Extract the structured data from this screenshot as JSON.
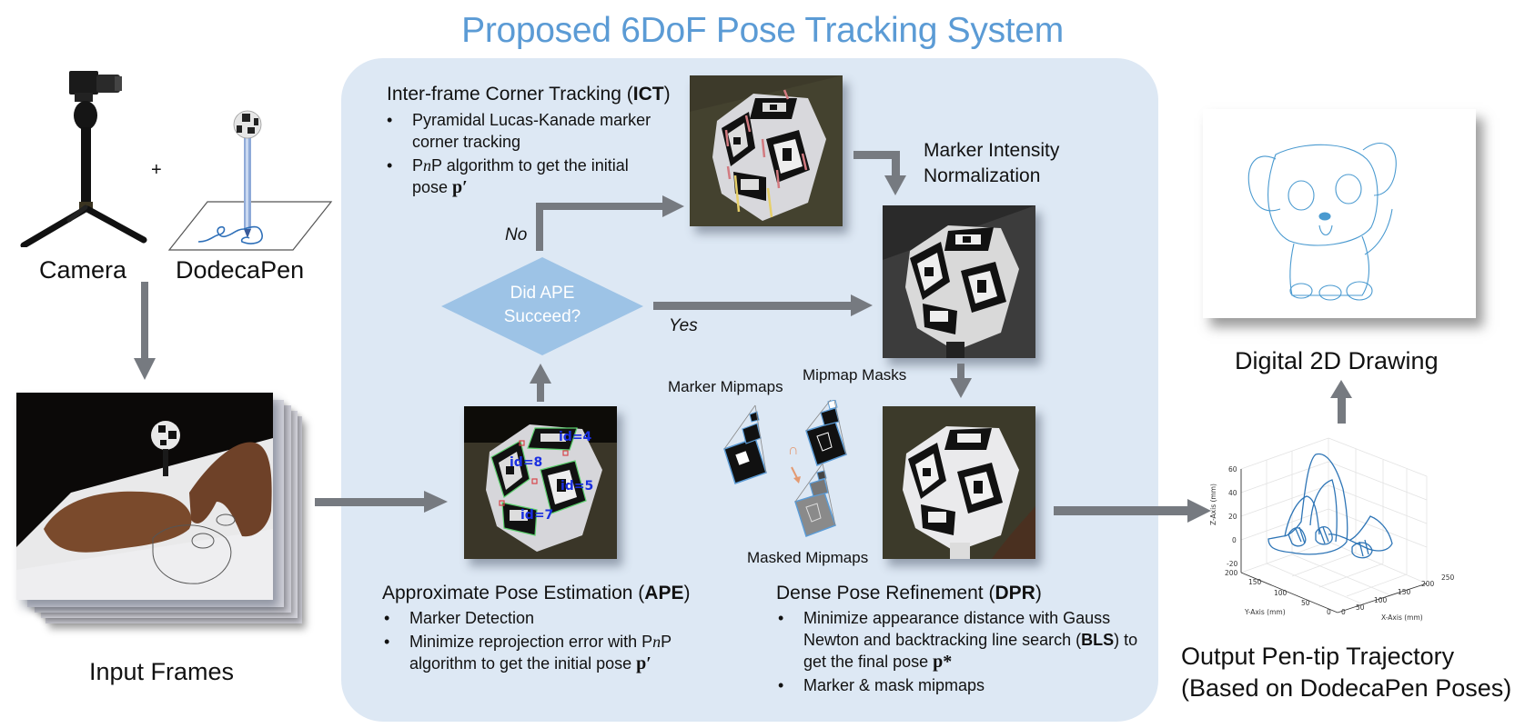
{
  "title": "Proposed 6DoF Pose Tracking System",
  "colors": {
    "title": "#5b9bd5",
    "panel_bg": "#dde8f4",
    "arrow": "#767a80",
    "decision_fill": "#9dc3e6",
    "trajectory": "#2e75b6",
    "drawing_line": "#4a9ad0"
  },
  "inputs": {
    "camera_label": "Camera",
    "plus_sign": "+",
    "pen_label": "DodecaPen",
    "frames_label": "Input Frames"
  },
  "ict": {
    "title_prefix": "Inter-frame Corner Tracking (",
    "title_abbr": "ICT",
    "title_suffix": ")",
    "bullet1": "Pyramidal Lucas-Kanade marker corner tracking",
    "bullet2_pre": "P",
    "bullet2_n": "n",
    "bullet2_post": "P algorithm to get the initial pose ",
    "bullet2_math": "p′"
  },
  "decision": {
    "line1": "Did APE",
    "line2": "Succeed?",
    "no_label": "No",
    "yes_label": "Yes"
  },
  "normalization": {
    "line1": "Marker Intensity",
    "line2": "Normalization"
  },
  "ape": {
    "title_prefix": "Approximate Pose Estimation (",
    "title_abbr": "APE",
    "title_suffix": ")",
    "bullet1": "Marker Detection",
    "bullet2_pre": "Minimize reprojection error with P",
    "bullet2_n": "n",
    "bullet2_post": "P algorithm to get the initial pose ",
    "bullet2_math": "p′",
    "marker_ids": [
      "id=4",
      "id=8",
      "id=5",
      "id=7"
    ]
  },
  "mipmaps": {
    "marker_label": "Marker Mipmaps",
    "mask_label": "Mipmap Masks",
    "masked_label": "Masked Mipmaps",
    "intersect_symbol": "∩"
  },
  "dpr": {
    "title_prefix": "Dense Pose Refinement (",
    "title_abbr": "DPR",
    "title_suffix": ")",
    "bullet1_a": "Minimize appearance distance with Gauss Newton and backtracking line search (",
    "bullet1_abbr": "BLS",
    "bullet1_b": ") to get the final pose ",
    "bullet1_math": "p*",
    "bullet2": "Marker & mask mipmaps"
  },
  "outputs": {
    "drawing_label": "Digital 2D Drawing",
    "trajectory_label_1": "Output Pen-tip Trajectory",
    "trajectory_label_2": "(Based on DodecaPen Poses)"
  },
  "trajectory_plot": {
    "z_label": "Z-Axis (mm)",
    "y_label": "Y-Axis (mm)",
    "x_label": "X-Axis (mm)",
    "z_ticks": [
      "60",
      "40",
      "20",
      "0",
      "-20"
    ],
    "y_ticks": [
      "200",
      "150",
      "100",
      "50",
      "0"
    ],
    "x_ticks": [
      "0",
      "50",
      "100",
      "150",
      "200",
      "250"
    ]
  }
}
